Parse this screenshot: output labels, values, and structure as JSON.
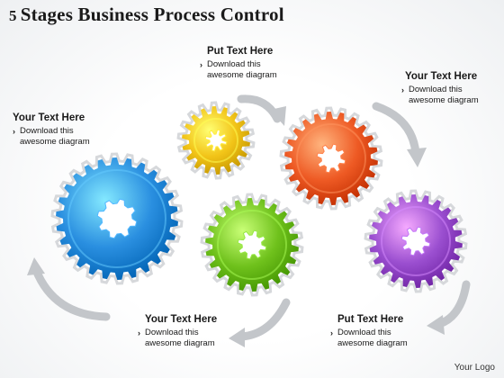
{
  "slide": {
    "title_number": "5",
    "title_text": "Stages Business Process Control",
    "logo": "Your Logo"
  },
  "stages": [
    {
      "heading": "Your Text Here",
      "line1": "Download this",
      "line2": "awesome diagram",
      "color": "#2a8fe0"
    },
    {
      "heading": "Put Text Here",
      "line1": "Download this",
      "line2": "awesome diagram",
      "color": "#f2c418"
    },
    {
      "heading": "Your Text Here",
      "line1": "Download this",
      "line2": "awesome diagram",
      "color": "#ee5a24"
    },
    {
      "heading": "Your Text Here",
      "line1": "Download this",
      "line2": "awesome diagram",
      "color": "#6fc11c"
    },
    {
      "heading": "Put Text Here",
      "line1": "Download this",
      "line2": "awesome diagram",
      "color": "#9b4fd0"
    }
  ],
  "bullet_glyph": "›",
  "arrow_color": "#b9bcc0"
}
